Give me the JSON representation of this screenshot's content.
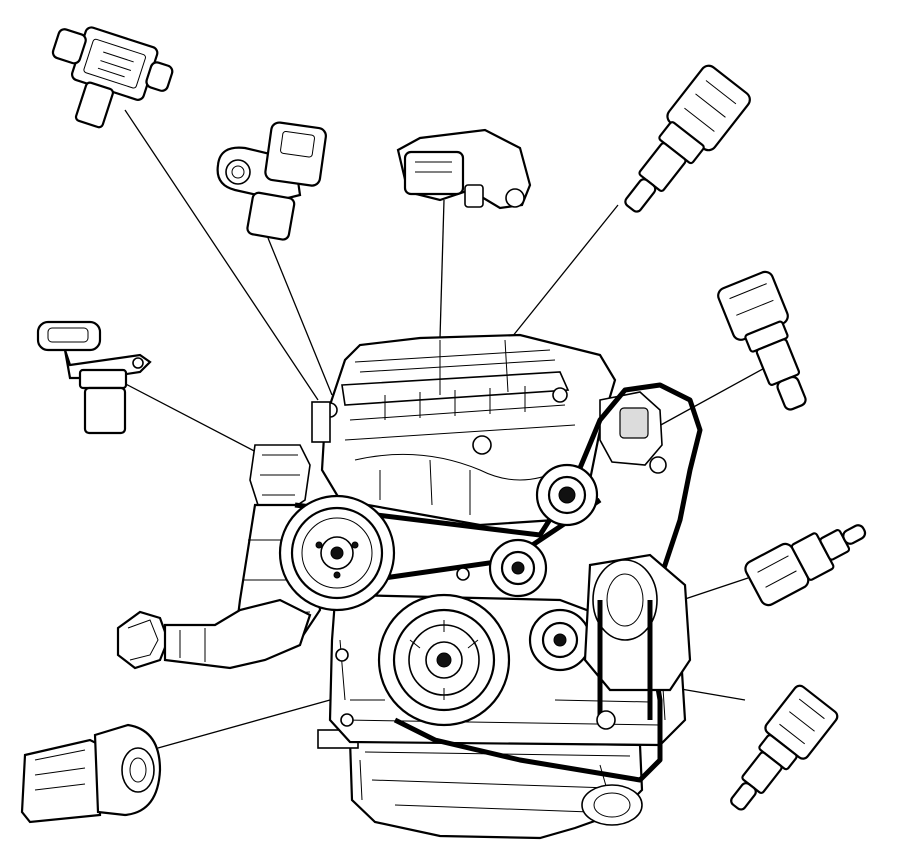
{
  "diagram": {
    "type": "exploded-parts-illustration",
    "subject": "engine",
    "components": [
      {
        "id": "manifold-pressure-sensor",
        "icon": "map-sensor-icon"
      },
      {
        "id": "camshaft-position-sensor",
        "icon": "cam-sensor-icon"
      },
      {
        "id": "throttle-position-sensor",
        "icon": "tps-sensor-icon"
      },
      {
        "id": "coolant-temp-sensor-top",
        "icon": "temp-sensor-icon"
      },
      {
        "id": "crankshaft-position-sensor",
        "icon": "crank-sensor-icon"
      },
      {
        "id": "oil-pressure-sensor",
        "icon": "pressure-sensor-icon"
      },
      {
        "id": "air-temp-sensor",
        "icon": "temp-sensor-icon"
      },
      {
        "id": "hose-fitting",
        "icon": "hose-icon"
      },
      {
        "id": "oil-temp-sensor",
        "icon": "temp-sensor-icon"
      },
      {
        "id": "knock-sensor",
        "icon": "knock-sensor-icon"
      }
    ],
    "colors": {
      "line": "#000000",
      "background": "#ffffff"
    }
  }
}
